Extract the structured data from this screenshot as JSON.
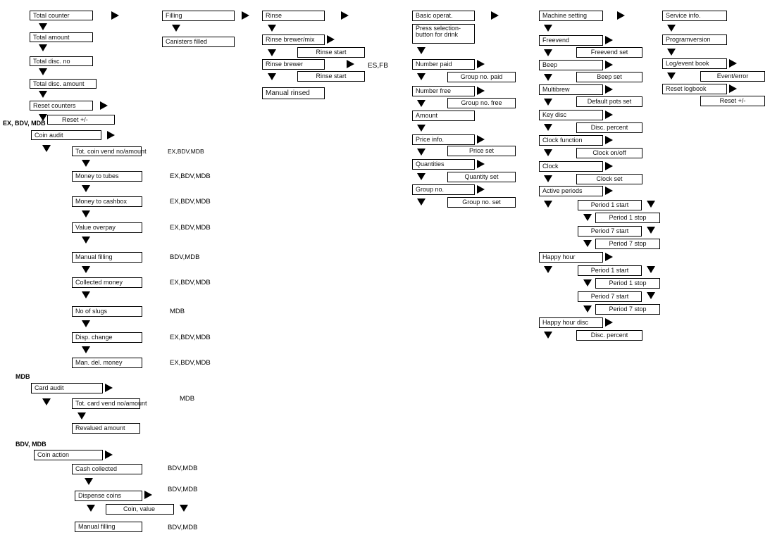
{
  "col1": {
    "total_counter": "Total counter",
    "total_amount": "Total amount",
    "total_disc_no": "Total disc. no",
    "total_disc_amount": "Total disc. amount",
    "reset_counters": "Reset counters",
    "reset_pm": "Reset +/-",
    "hdr_ex_bdv_mdb": "EX, BDV, MDB",
    "coin_audit": "Coin audit",
    "tot_coin_vend": "Tot. coin vend no/amount",
    "tot_coin_vend_sys": "EX,BDV,MDB",
    "money_to_tubes": "Money to tubes",
    "money_to_tubes_sys": "EX,BDV,MDB",
    "money_to_cashbox": "Money to cashbox",
    "money_to_cashbox_sys": "EX,BDV,MDB",
    "value_overpay": "Value overpay",
    "value_overpay_sys": "EX,BDV,MDB",
    "manual_filling": "Manual filling",
    "manual_filling_sys": "BDV,MDB",
    "collected_money": "Collected money",
    "collected_money_sys": "EX,BDV,MDB",
    "no_of_slugs": "No of slugs",
    "no_of_slugs_sys": "MDB",
    "disp_change": "Disp. change",
    "disp_change_sys": "EX,BDV,MDB",
    "man_del_money": "Man. del. money",
    "man_del_money_sys": "EX,BDV,MDB",
    "hdr_mdb": "MDB",
    "card_audit": "Card audit",
    "tot_card_vend": "Tot. card vend no/amount",
    "tot_card_vend_sys": "MDB",
    "revalued_amount": "Revalued amount",
    "hdr_bdv_mdb": "BDV, MDB",
    "coin_action": "Coin action",
    "cash_collected": "Cash collected",
    "cash_collected_sys": "BDV,MDB",
    "dispense_coins": "Dispense coins",
    "dispense_coins_sys": "BDV,MDB",
    "coin_value": "Coin, value",
    "manual_filling_2": "Manual filling",
    "manual_filling_2_sys": "BDV,MDB"
  },
  "col2": {
    "filling": "Filling",
    "canisters_filled": "Canisters filled"
  },
  "col3": {
    "rinse": "Rinse",
    "rinse_brewer_mix": "Rinse brewer/mix",
    "rinse_start_1": "Rinse start",
    "rinse_brewer": "Rinse brewer",
    "rinse_brewer_sys": "ES,FB",
    "rinse_start_2": "Rinse start",
    "manual_rinsed": "Manual rinsed"
  },
  "col4": {
    "basic_operat": "Basic operat.",
    "press_selection": [
      "Press selection-",
      "button for drink"
    ],
    "number_paid": "Number paid",
    "group_no_paid": "Group no. paid",
    "number_free": "Number free",
    "group_no_free": "Group no. free",
    "amount": "Amount",
    "price_info": "Price info.",
    "price_set": "Price set",
    "quantities": "Quantities",
    "quantity_set": "Quantity set",
    "group_no": "Group no.",
    "group_no_set": "Group no. set"
  },
  "col5": {
    "machine_setting": "Machine setting",
    "freevend": "Freevend",
    "freevend_set": "Freevend set",
    "beep": "Beep",
    "beep_set": "Beep set",
    "multibrew": "Multibrew",
    "default_pots_set": "Default pots set",
    "key_disc": "Key disc",
    "disc_percent_1": "Disc. percent",
    "clock_function": "Clock function",
    "clock_on_off": "Clock on/off",
    "clock": "Clock",
    "clock_set": "Clock set",
    "active_periods": "Active periods",
    "ap_period_1_start": "Period 1 start",
    "ap_period_1_stop": "Period 1 stop",
    "ap_period_7_start": "Period 7 start",
    "ap_period_7_stop": "Period 7 stop",
    "happy_hour": "Happy hour",
    "hh_period_1_start": "Period 1 start",
    "hh_period_1_stop": "Period 1 stop",
    "hh_period_7_start": "Period 7 start",
    "hh_period_7_stop": "Period 7 stop",
    "happy_hour_disc": "Happy hour disc",
    "disc_percent_2": "Disc. percent"
  },
  "col6": {
    "service_info": "Service info.",
    "program_version": "Programversion",
    "log_event_book": "Log/event book",
    "event_error": "Event/error",
    "reset_logbook": "Reset logbook",
    "reset_pm": "Reset +/-"
  }
}
